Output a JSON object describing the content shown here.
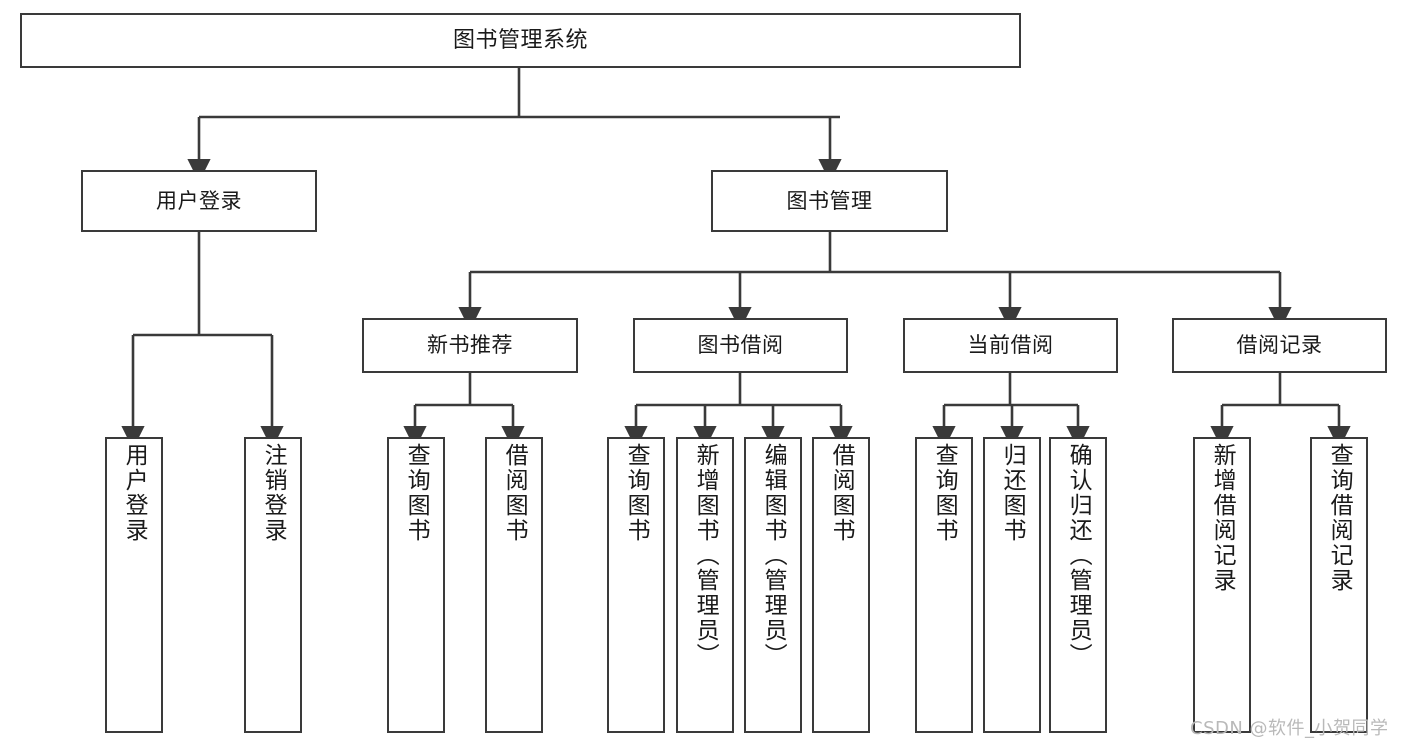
{
  "diagram": {
    "title": "图书管理系统",
    "type": "function-structure-tree",
    "watermark": "CSDN @软件_小贺同学",
    "colors": {
      "box_border": "#3a3a3a",
      "box_fill": "#ffffff",
      "connector": "#3a3a3a",
      "text": "#1a1a1a",
      "watermark": "#b9b9b9",
      "background": "#ffffff"
    },
    "nodes": {
      "root": {
        "label": "图书管理系统"
      },
      "level2": [
        {
          "label": "用户登录"
        },
        {
          "label": "图书管理"
        }
      ],
      "level3": [
        {
          "label": "新书推荐"
        },
        {
          "label": "图书借阅"
        },
        {
          "label": "当前借阅"
        },
        {
          "label": "借阅记录"
        }
      ],
      "leaves": {
        "user_login": [
          {
            "label": "用户登录"
          },
          {
            "label": "注销登录"
          }
        ],
        "new_book": [
          {
            "label": "查询图书"
          },
          {
            "label": "借阅图书"
          }
        ],
        "book_borrow": [
          {
            "label": "查询图书"
          },
          {
            "label": "新增图书（管理员）"
          },
          {
            "label": "编辑图书（管理员）"
          },
          {
            "label": "借阅图书"
          }
        ],
        "current_borrow": [
          {
            "label": "查询图书"
          },
          {
            "label": "归还图书"
          },
          {
            "label": "确认归还（管理员）"
          }
        ],
        "borrow_record": [
          {
            "label": "新增借阅记录"
          },
          {
            "label": "查询借阅记录"
          }
        ]
      }
    }
  }
}
